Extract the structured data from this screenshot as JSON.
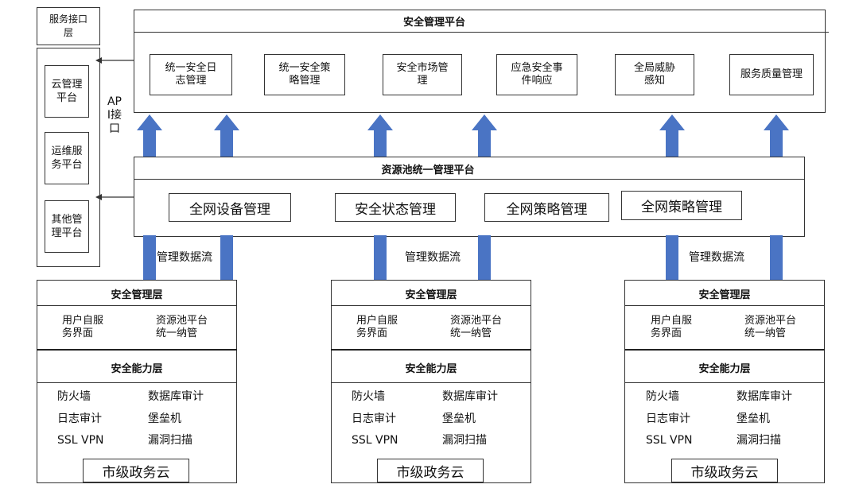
{
  "left": {
    "header": "服务接口层",
    "items": [
      "云管理平台",
      "运维服务平台",
      "其他管理平台"
    ],
    "api_label": "API接口"
  },
  "top_platform": {
    "title": "安全管理平台",
    "modules": [
      "统一安全日志管理",
      "统一安全策略管理",
      "安全市场管理",
      "应急安全事件响应",
      "全局威胁感知",
      "服务质量管理"
    ]
  },
  "resource_platform": {
    "title": "资源池统一管理平台",
    "modules": [
      "全网设备管理",
      "安全状态管理",
      "全网策略管理",
      "全网策略管理"
    ]
  },
  "flow_label": "管理数据流",
  "clouds": [
    {
      "mgmt_title": "安全管理层",
      "mgmt_items": [
        "用户自服务界面",
        "资源池平台统一纳管"
      ],
      "cap_title": "安全能力层",
      "cap_items": [
        "防火墙",
        "数据库审计",
        "日志审计",
        "堡垒机",
        "SSL VPN",
        "漏洞扫描"
      ],
      "footer": "市级政务云"
    },
    {
      "mgmt_title": "安全管理层",
      "mgmt_items": [
        "用户自服务界面",
        "资源池平台统一纳管"
      ],
      "cap_title": "安全能力层",
      "cap_items": [
        "防火墙",
        "数据库审计",
        "日志审计",
        "堡垒机",
        "SSL VPN",
        "漏洞扫描"
      ],
      "footer": "市级政务云"
    },
    {
      "mgmt_title": "安全管理层",
      "mgmt_items": [
        "用户自服务界面",
        "资源池平台统一纳管"
      ],
      "cap_title": "安全能力层",
      "cap_items": [
        "防火墙",
        "数据库审计",
        "日志审计",
        "堡垒机",
        "SSL VPN",
        "漏洞扫描"
      ],
      "footer": "市级政务云"
    }
  ],
  "colors": {
    "arrow": "#4a74c4",
    "border": "#333333"
  }
}
